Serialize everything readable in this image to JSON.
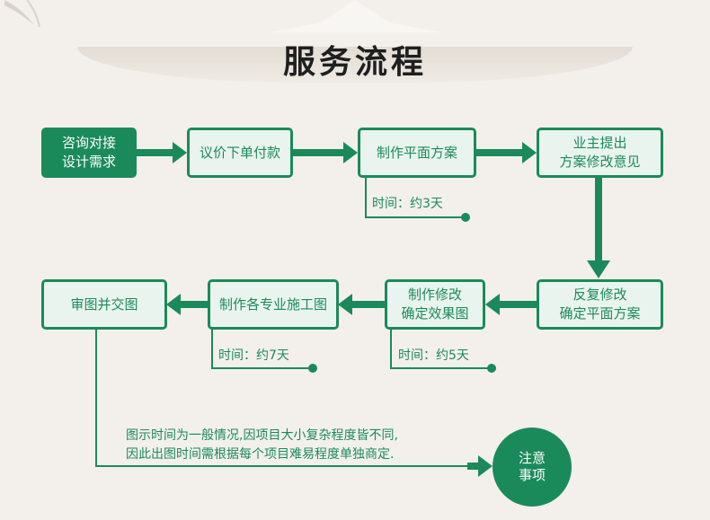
{
  "title": "服务流程",
  "colors": {
    "accent": "#1b8a5a",
    "background": "#f3f0ec",
    "box_fill": "#eaf4ef"
  },
  "steps": [
    {
      "line1": "咨询对接",
      "line2": "设计需求"
    },
    {
      "line1": "议价下单付款",
      "line2": ""
    },
    {
      "line1": "制作平面方案",
      "line2": ""
    },
    {
      "line1": "业主提出",
      "line2": "方案修改意见"
    },
    {
      "line1": "反复修改",
      "line2": "确定平面方案"
    },
    {
      "line1": "制作修改",
      "line2": "确定效果图"
    },
    {
      "line1": "制作各专业施工图",
      "line2": ""
    },
    {
      "line1": "审图并交图",
      "line2": ""
    }
  ],
  "durations": {
    "plan": "时间：约3天",
    "render": "时间：约5天",
    "construction": "时间：约7天"
  },
  "note": {
    "line1": "图示时间为一般情况,因项目大小复杂程度皆不同,",
    "line2": "因此出图时间需根据每个项目难易程度单独商定."
  },
  "notice": {
    "line1": "注意",
    "line2": "事项"
  }
}
